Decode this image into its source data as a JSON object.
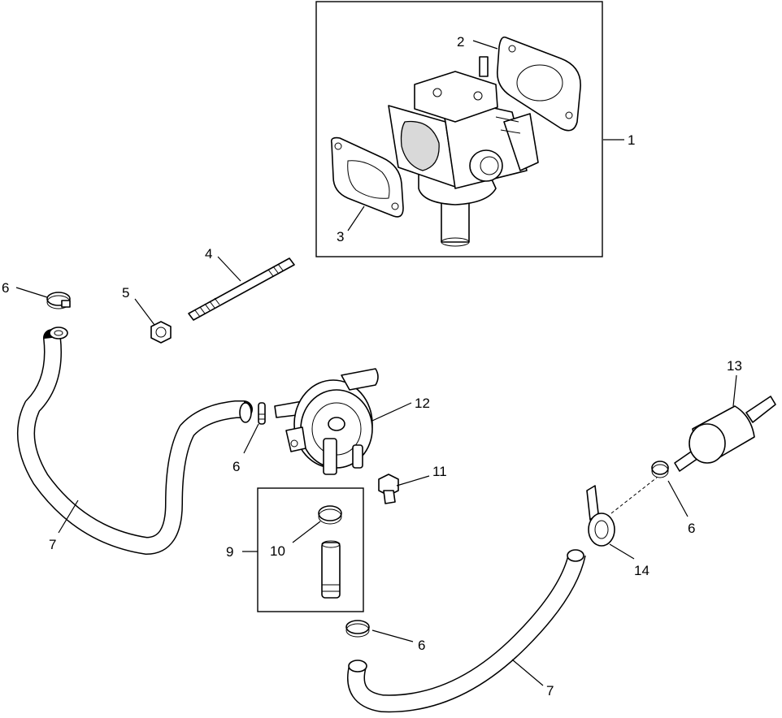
{
  "callouts": {
    "c1": "1",
    "c2": "2",
    "c3": "3",
    "c4": "4",
    "c5": "5",
    "c6a": "6",
    "c6b": "6",
    "c6c": "6",
    "c6d": "6",
    "c7a": "7",
    "c7b": "7",
    "c9": "9",
    "c10": "10",
    "c11": "11",
    "c12": "12",
    "c13": "13",
    "c14": "14"
  }
}
